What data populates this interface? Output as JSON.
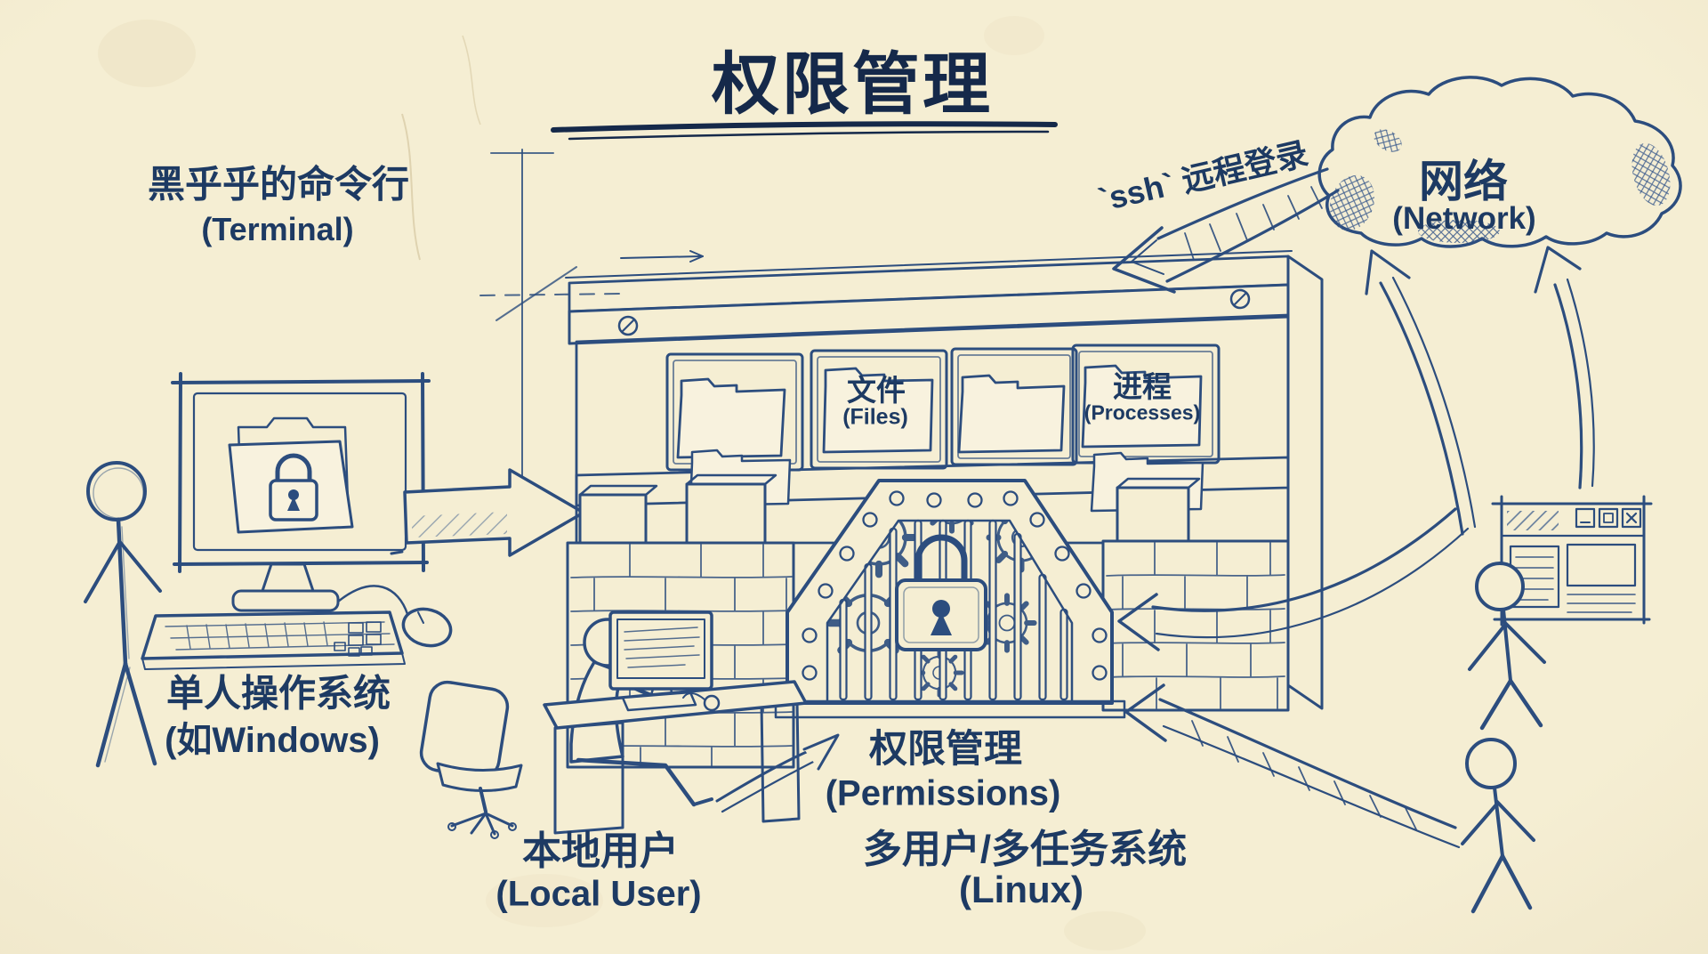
{
  "colors": {
    "paper": "#f5eed3",
    "paper_deep": "#eadfc0",
    "ink": "#2c4d7e",
    "text": "#1d3a63",
    "title": "#15294a"
  },
  "title": {
    "text": "权限管理"
  },
  "labels": {
    "terminal": {
      "zh": "黑乎乎的命令行",
      "en": "(Terminal)"
    },
    "single_user_os": {
      "zh": "单人操作系统",
      "en": "(如Windows)"
    },
    "local_user": {
      "zh": "本地用户",
      "en": "(Local User)"
    },
    "permissions": {
      "zh": "权限管理",
      "en": "(Permissions)"
    },
    "multi_user_os": {
      "zh": "多用户/多任务系统",
      "en": "(Linux)"
    },
    "network": {
      "zh": "网络",
      "en": "(Network)"
    },
    "files": {
      "zh": "文件",
      "en": "(Files)"
    },
    "processes": {
      "zh": "进程",
      "en": "(Processes)"
    },
    "ssh_login": {
      "text": "`ssh` 远程登录"
    }
  }
}
